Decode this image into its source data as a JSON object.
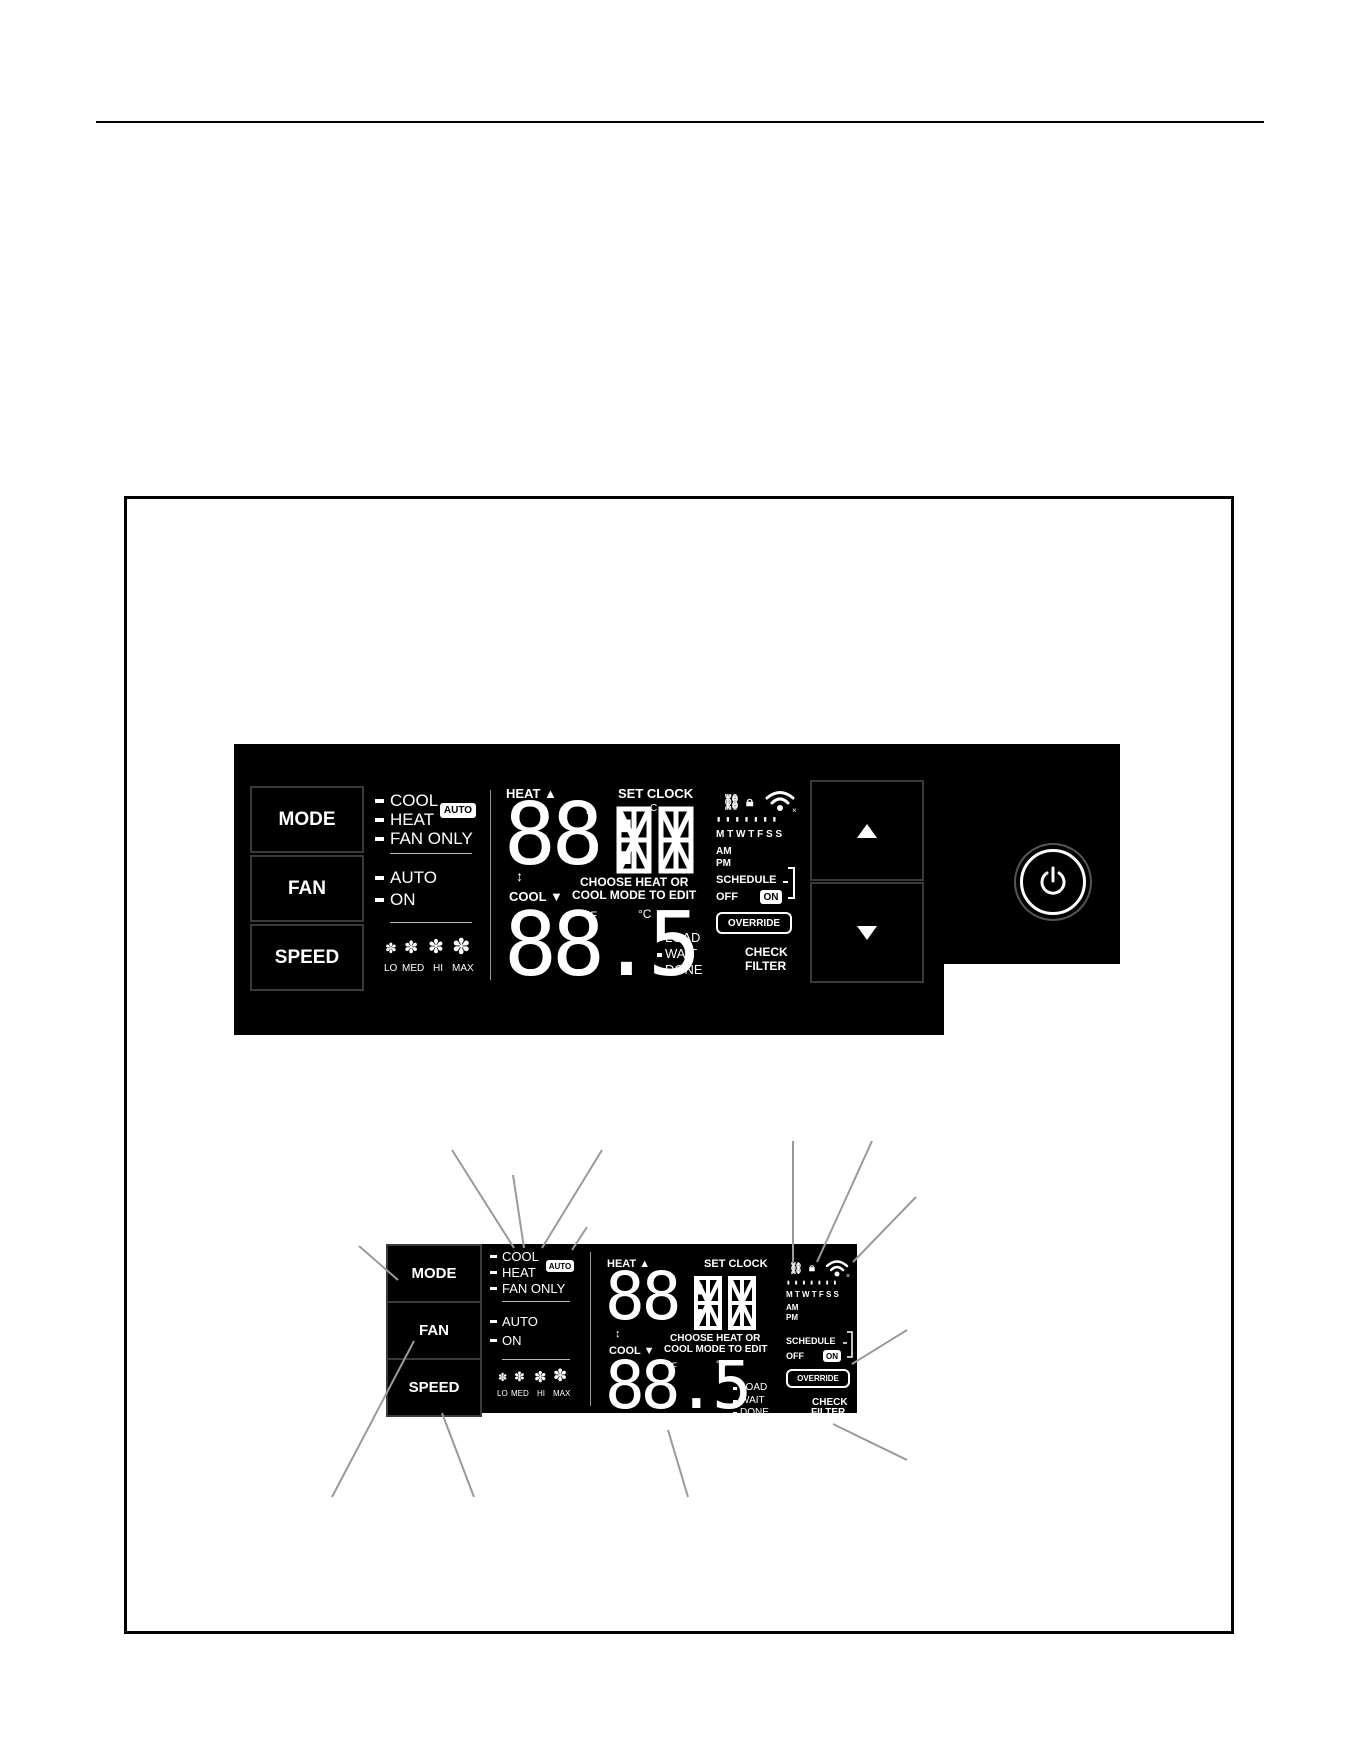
{
  "panel_large": {
    "buttons": {
      "mode": "MODE",
      "fan": "FAN",
      "speed": "SPEED"
    },
    "mode_options": {
      "cool": "COOL",
      "heat": "HEAT",
      "fan_only": "FAN ONLY",
      "auto_badge": "AUTO"
    },
    "fan_options": {
      "auto": "AUTO",
      "on": "ON"
    },
    "speed_labels": {
      "lo": "LO",
      "med": "MED",
      "hi": "HI",
      "max": "MAX"
    },
    "heat_label": "HEAT",
    "cool_label": "COOL",
    "set_clock": "SET CLOCK",
    "clock_digits": "88:",
    "temp_digits": "88.5",
    "unit_f": "°F",
    "unit_c": "°C",
    "choose_line1": "CHOOSE HEAT OR",
    "choose_line2": "COOL MODE TO EDIT",
    "status": {
      "load": "LOAD",
      "wait": "WAIT",
      "done": "DONE"
    },
    "days": "M T W T F S S",
    "am": "AM",
    "pm": "PM",
    "schedule": "SCHEDULE",
    "off": "OFF",
    "on": "ON",
    "override": "OVERRIDE",
    "check": "CHECK",
    "filter": "FILTER"
  },
  "panel_small": {
    "buttons": {
      "mode": "MODE",
      "fan": "FAN",
      "speed": "SPEED"
    },
    "mode_options": {
      "cool": "COOL",
      "heat": "HEAT",
      "fan_only": "FAN ONLY",
      "auto_badge": "AUTO"
    },
    "fan_options": {
      "auto": "AUTO",
      "on": "ON"
    },
    "speed_labels": {
      "lo": "LO",
      "med": "MED",
      "hi": "HI",
      "max": "MAX"
    },
    "heat_label": "HEAT",
    "cool_label": "COOL",
    "set_clock": "SET CLOCK",
    "clock_digits": "88:",
    "temp_digits": "88.5",
    "unit_f": "°F",
    "unit_c": "°C",
    "choose_line1": "CHOOSE HEAT OR",
    "choose_line2": "COOL MODE TO EDIT",
    "status": {
      "load": "LOAD",
      "wait": "WAIT",
      "done": "DONE"
    },
    "days": "M T W T F S S",
    "am": "AM",
    "pm": "PM",
    "schedule": "SCHEDULE",
    "off": "OFF",
    "on": "ON",
    "override": "OVERRIDE",
    "check": "CHECK",
    "filter": "FILTER"
  },
  "colors": {
    "panel": "#000000",
    "lcd": "#ffffff",
    "leader": "#9a9a9a"
  },
  "icons": [
    "link-icon",
    "lock-icon",
    "wifi-icon",
    "fan-icon",
    "power-icon",
    "up-arrow-icon",
    "down-arrow-icon"
  ]
}
